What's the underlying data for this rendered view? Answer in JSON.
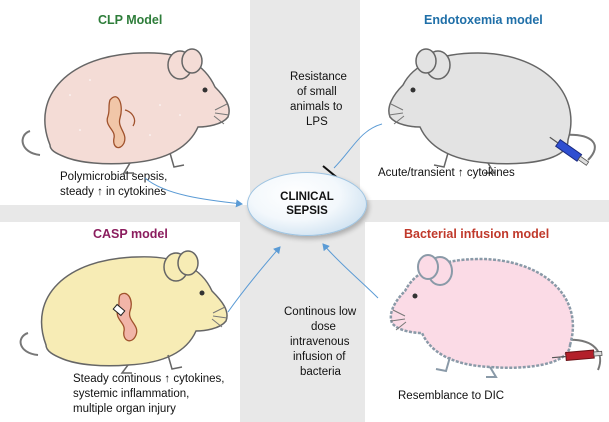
{
  "center": {
    "line1": "CLINICAL",
    "line2": "SEPSIS"
  },
  "models": {
    "clp": {
      "title": "CLP Model",
      "title_color": "#2e7d3a",
      "body_color": "#f4dcd6",
      "caption_lines": [
        "Polymicrobial sepsis,",
        "steady ↑ in cytokines"
      ]
    },
    "endotoxemia": {
      "title": "Endotoxemia model",
      "title_color": "#1f6fa8",
      "body_color": "#e3e3e3",
      "caption_lines": [
        "Acute/transient ↑ cytokines"
      ],
      "side_note_lines": [
        "Resistance",
        "of small",
        "animals to",
        "LPS"
      ]
    },
    "casp": {
      "title": "CASP model",
      "title_color": "#8b1d5e",
      "body_color": "#f7ecb5",
      "caption_lines": [
        "Steady continous ↑ cytokines,",
        "systemic inflammation,",
        "multiple organ injury"
      ]
    },
    "bacterial": {
      "title": "Bacterial infusion model",
      "title_color": "#c0392b",
      "body_color": "#fbdbe6",
      "caption_lines": [
        "Resemblance to DIC"
      ],
      "side_note_lines": [
        "Continous low",
        "dose",
        "intravenous",
        "infusion of",
        "bacteria"
      ]
    }
  },
  "arrow_color": "#5b9bd5"
}
